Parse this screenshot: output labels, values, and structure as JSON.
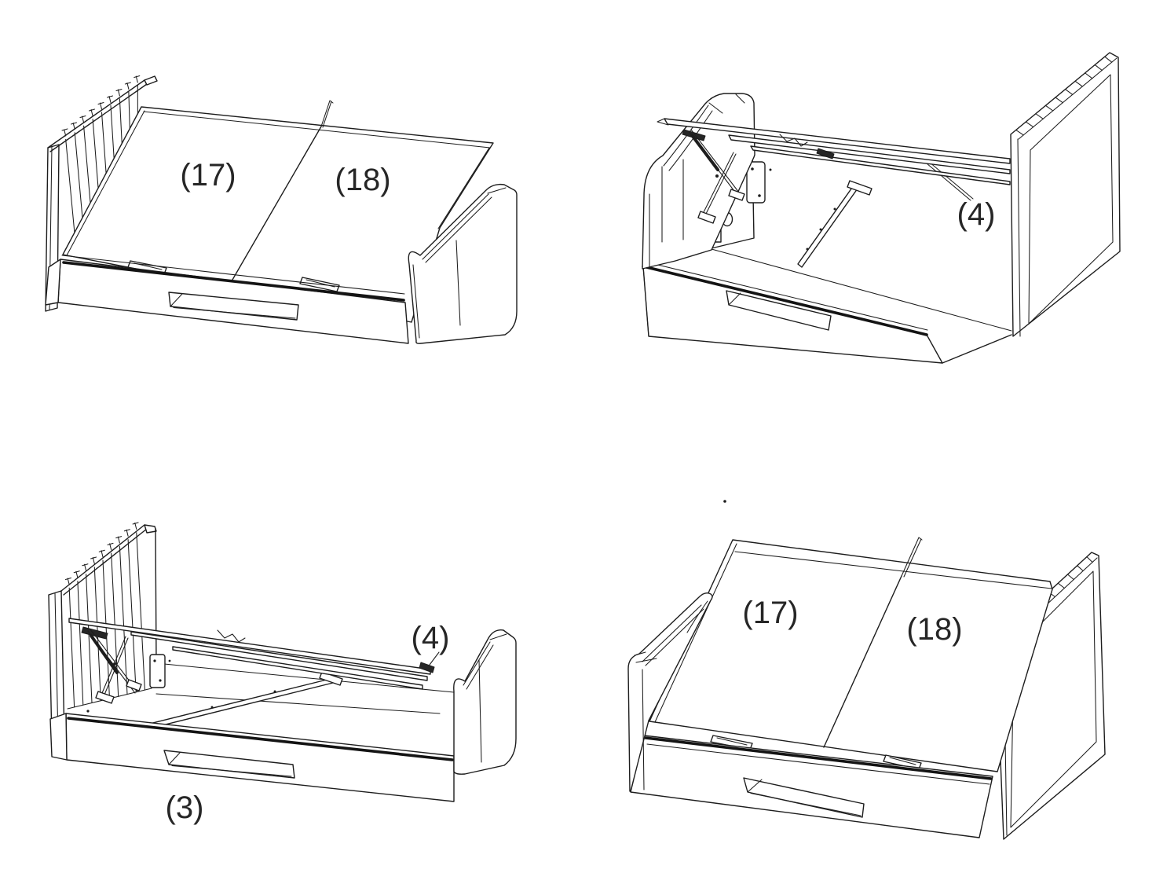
{
  "figure": {
    "type": "furniture-assembly-diagram",
    "subject": "Ottoman TV storage bed - lid panels and gas-lift slat frame, four isometric steps",
    "background_color": "#ffffff",
    "line_color": "#1d1d1d"
  },
  "panels": [
    {
      "id": "top-left",
      "view": "bed with headboard left, lid panels lowered",
      "labels": [
        {
          "text": "(17)"
        },
        {
          "text": "(18)"
        }
      ]
    },
    {
      "id": "top-right",
      "view": "bed open showing gas struts and slat frame raised, headboard right",
      "labels": [
        {
          "text": "(4)"
        }
      ]
    },
    {
      "id": "bottom-left",
      "view": "bed open showing gas struts and slat frame raised, headboard left",
      "labels": [
        {
          "text": "(4)"
        },
        {
          "text": "(3)"
        }
      ]
    },
    {
      "id": "bottom-right",
      "view": "bed with footboard left, lid panels lowered, headboard right",
      "labels": [
        {
          "text": "(17)"
        },
        {
          "text": "(18)"
        }
      ]
    }
  ]
}
